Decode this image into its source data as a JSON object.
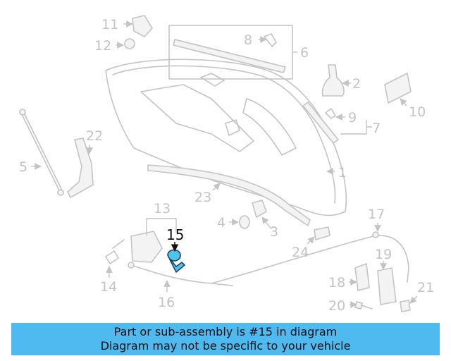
{
  "callouts": {
    "c1": "1",
    "c2": "2",
    "c3": "3",
    "c4": "4",
    "c5": "5",
    "c6": "6",
    "c7": "7",
    "c8": "8",
    "c9": "9",
    "c10": "10",
    "c11": "11",
    "c12": "12",
    "c13": "13",
    "c14": "14",
    "c15": "15",
    "c16": "16",
    "c17": "17",
    "c18": "18",
    "c19": "19",
    "c20": "20",
    "c21": "21",
    "c22": "22",
    "c23": "23",
    "c24": "24"
  },
  "highlight": {
    "part_number": "15",
    "color": "#4fc3e8"
  },
  "colors": {
    "line": "#c4c4c4",
    "banner": "#4fbaf0"
  },
  "banner": {
    "line1": "Part or sub-assembly is #15 in diagram",
    "line2": "Diagram may not be specific to your vehicle"
  }
}
